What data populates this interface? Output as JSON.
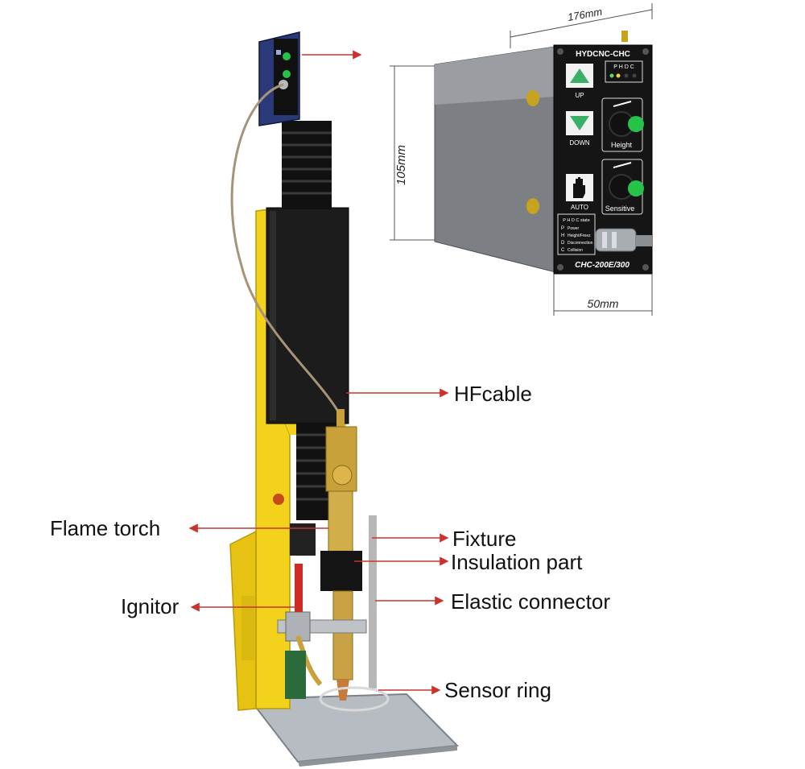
{
  "callouts": {
    "hf_cable": "HFcable",
    "flame_torch": "Flame torch",
    "fixture": "Fixture",
    "insulation_part": "Insulation part",
    "ignitor": "Ignitor",
    "elastic_connector": "Elastic connector",
    "sensor_ring": "Sensor ring"
  },
  "dimensions": {
    "width": "176mm",
    "height": "105mm",
    "depth": "50mm"
  },
  "panel": {
    "brand": "HYDCNC-CHC",
    "indicator_title": "P H D C",
    "up_label": "UP",
    "down_label": "DOWN",
    "auto_label": "AUTO",
    "height_label": "Height",
    "sensitive_label": "Sensitive",
    "state_title": "P H D C state",
    "state_items": [
      "Power",
      "Height/Freez",
      "Disconnection",
      "Collision"
    ],
    "state_letters": [
      "P",
      "H",
      "D",
      "C"
    ],
    "model": "CHC-200E/300"
  },
  "colors": {
    "frame_yellow": "#f2d21a",
    "panel_black": "#151515",
    "knob_green": "#27c24a",
    "button_green": "#38b06a",
    "arrow_red": "#c8332d",
    "brass": "#c9a13a"
  }
}
